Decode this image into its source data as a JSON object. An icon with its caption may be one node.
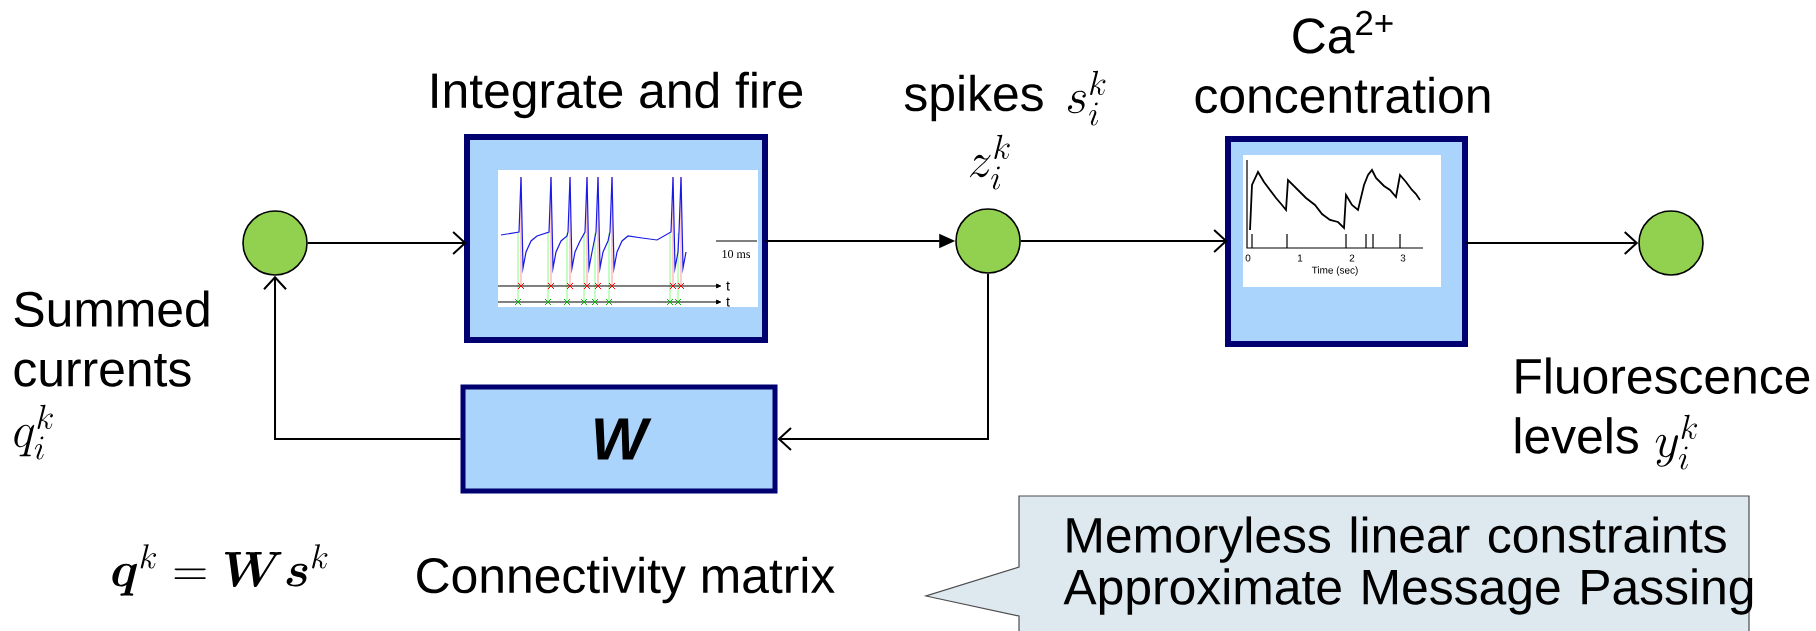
{
  "diagram": {
    "nodes": [
      {
        "text": [],
        "shape": "circle",
        "beside": [
          "Summed currents",
          "q_i^k"
        ]
      },
      {
        "text": [
          "Integrate and fire"
        ]
      },
      {
        "text": [],
        "shape": "circle",
        "beside": [
          "spikes",
          "s_i^k",
          "z_i^k"
        ]
      },
      {
        "text": [
          "Ca$^{2+}$ concentration"
        ]
      },
      {
        "text": [],
        "shape": "circle",
        "beside": [
          "Fluorescence levels",
          "y_i^k"
        ]
      },
      {
        "text": [
          "W"
        ],
        "beside": [
          "Connectivity matrix"
        ]
      },
      {
        "text": [
          "Memoryless linear constraints Approximate Message Passing"
        ]
      }
    ],
    "edges": [
      {
        "from": 0,
        "to": 1,
        "arrow": "to"
      },
      {
        "from": 1,
        "to": 2,
        "arrow": "to"
      },
      {
        "from": 2,
        "to": 3,
        "arrow": "to"
      },
      {
        "from": 3,
        "to": 4,
        "arrow": "to"
      },
      {
        "from": 2,
        "to": 5,
        "arrow": "to"
      },
      {
        "from": 5,
        "to": 0,
        "arrow": "to"
      }
    ],
    "labels": [
      "10 ms",
      "t",
      "t",
      "0",
      "1",
      "2",
      "3",
      "Time (sec)",
      "\\boldsymbol{q}^{k}=\\boldsymbol{W}\\boldsymbol{s}^{k}"
    ]
  }
}
